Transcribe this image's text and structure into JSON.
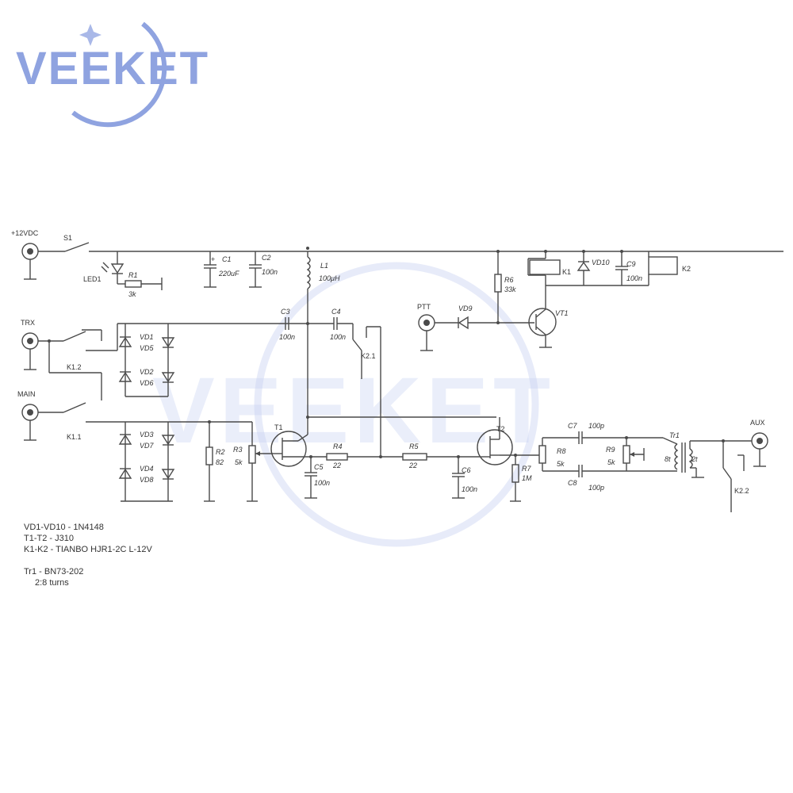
{
  "brand": {
    "logo_text": "VEEKET",
    "watermark_text": "VEEKET",
    "logo_color": "#8fa3e0"
  },
  "ports": {
    "power": "+12VDC",
    "trx": "TRX",
    "main": "MAIN",
    "ptt": "PTT",
    "aux": "AUX"
  },
  "components": {
    "s1": "S1",
    "led1": "LED1",
    "r1": {
      "ref": "R1",
      "value": "3k"
    },
    "c1": {
      "ref": "C1",
      "value": "220uF"
    },
    "c2": {
      "ref": "C2",
      "value": "100n"
    },
    "l1": {
      "ref": "L1",
      "value": "100μH"
    },
    "c3": {
      "ref": "C3",
      "value": "100n"
    },
    "c4": {
      "ref": "C4",
      "value": "100n"
    },
    "k2_1": "K2.1",
    "k1_2": "K1.2",
    "k1_1": "K1.1",
    "vd1": "VD1",
    "vd5": "VD5",
    "vd2": "VD2",
    "vd6": "VD6",
    "vd3": "VD3",
    "vd7": "VD7",
    "vd4": "VD4",
    "vd8": "VD8",
    "r2": {
      "ref": "R2",
      "value": "82"
    },
    "r3": {
      "ref": "R3",
      "value": "5k"
    },
    "t1": "T1",
    "t2": "T2",
    "r4": {
      "ref": "R4",
      "value": "22"
    },
    "r5": {
      "ref": "R5",
      "value": "22"
    },
    "c5": {
      "ref": "C5",
      "value": "100n"
    },
    "c6": {
      "ref": "C6",
      "value": "100n"
    },
    "r7": {
      "ref": "R7",
      "value": "1M"
    },
    "r8": {
      "ref": "R8",
      "value": "5k"
    },
    "r9": {
      "ref": "R9",
      "value": "5k"
    },
    "c7": {
      "ref": "C7",
      "value": "100p"
    },
    "c8": {
      "ref": "C8",
      "value": "100p"
    },
    "tr1": {
      "ref": "Tr1",
      "primary": "8t",
      "secondary": "2t"
    },
    "k2_2": "K2.2",
    "r6": {
      "ref": "R6",
      "value": "33k"
    },
    "vd9": "VD9",
    "vt1": "VT1",
    "k1": "K1",
    "vd10": "VD10",
    "c9": {
      "ref": "C9",
      "value": "100n"
    },
    "k2": "K2"
  },
  "notes": {
    "line1": "VD1-VD10 - 1N4148",
    "line2": "T1-T2 - J310",
    "line3": "K1-K2 - TIANBO HJR1-2C L-12V",
    "line4": "Tr1 - BN73-202",
    "line5": "2:8 turns"
  }
}
